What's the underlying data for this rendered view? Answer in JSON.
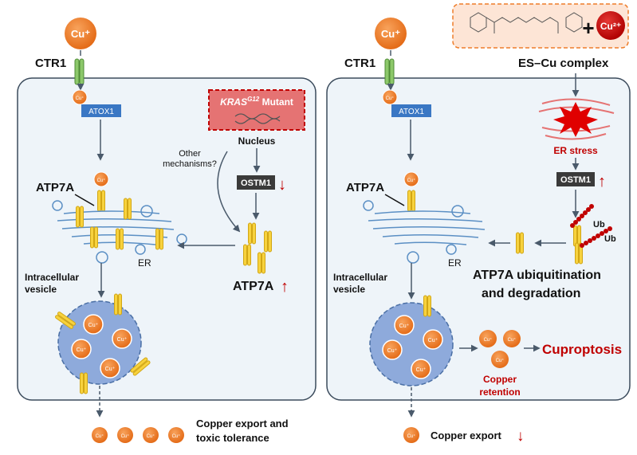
{
  "left": {
    "cu_top": "Cu⁺",
    "ctr1": "CTR1",
    "cu_small": "Cu⁺",
    "atox1": "ATOX1",
    "atp7a": "ATP7A",
    "kras_gene": "KRAS",
    "kras_sup": "G12",
    "kras_rest": " Mutant",
    "nucleus": "Nucleus",
    "other_mech_1": "Other",
    "other_mech_2": "mechanisms?",
    "ostm1": "OSTM1",
    "ostm1_arrow": "↓",
    "er": "ER",
    "atp7a_up": "ATP7A",
    "atp7a_up_arrow": "↑",
    "vesicle_1": "Intracellular",
    "vesicle_2": "vesicle",
    "export_1": "Copper export and",
    "export_2": "toxic tolerance"
  },
  "right": {
    "cu_top": "Cu⁺",
    "ctr1": "CTR1",
    "cu_small": "Cu⁺",
    "atox1": "ATOX1",
    "atp7a": "ATP7A",
    "cu2": "Cu²⁺",
    "plus": "+",
    "es_cu": "ES–Cu complex",
    "er_stress": "ER stress",
    "ostm1": "OSTM1",
    "ostm1_arrow": "↑",
    "ub1": "Ub",
    "ub2": "Ub",
    "er": "ER",
    "ubiq_1": "ATP7A ubiquitination",
    "ubiq_2": "and degradation",
    "vesicle_1": "Intracellular",
    "vesicle_2": "vesicle",
    "retention_1": "Copper",
    "retention_2": "retention",
    "cuproptosis": "Cuproptosis",
    "export": "Copper export",
    "export_arrow": "↓"
  },
  "cu_label": "Cu⁺",
  "colors": {
    "cell_fill": "#eef4f9",
    "cell_stroke": "#3b4b5c",
    "copper": "#ee7d2a",
    "atox1": "#3a77c4",
    "atp7a": "#f7d23e",
    "vesicle": "#8eaadb",
    "red": "#c00000",
    "ostm1": "#3a3a3a"
  }
}
